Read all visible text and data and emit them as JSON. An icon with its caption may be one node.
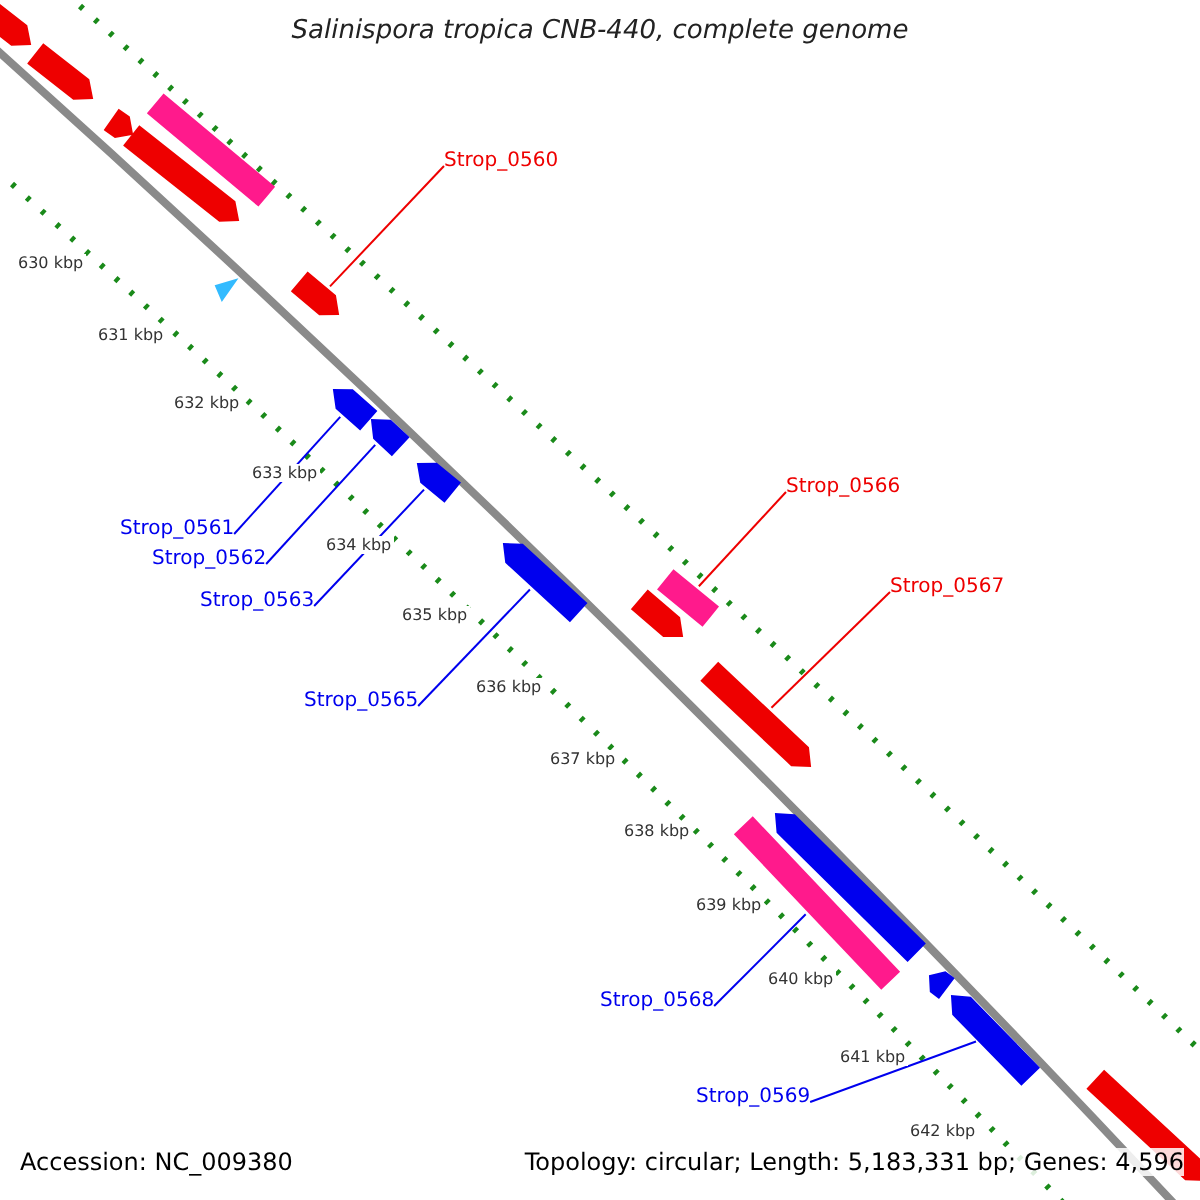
{
  "diagram": {
    "title": "Salinispora tropica CNB-440, complete genome",
    "nodes": [
      {
        "text": [
          "Strop_0560"
        ]
      },
      {
        "text": [
          "Strop_0566"
        ]
      },
      {
        "text": [
          "Strop_0567"
        ]
      },
      {
        "text": [
          "Strop_0561"
        ]
      },
      {
        "text": [
          "Strop_0562"
        ]
      },
      {
        "text": [
          "Strop_0563"
        ]
      },
      {
        "text": [
          "Strop_0565"
        ]
      },
      {
        "text": [
          "Strop_0568"
        ]
      },
      {
        "text": [
          "Strop_0569"
        ]
      },
      {
        "text": [],
        "shape": "arrow"
      },
      {
        "text": [],
        "shape": "arrow"
      },
      {
        "text": [],
        "shape": "bar"
      },
      {
        "text": [],
        "shape": "arrow"
      },
      {
        "text": [],
        "shape": "arrow"
      },
      {
        "text": [],
        "shape": "triangle"
      },
      {
        "text": [],
        "shape": "arrow"
      },
      {
        "text": [],
        "shape": "arrow"
      },
      {
        "text": [],
        "shape": "arrow"
      },
      {
        "text": [],
        "shape": "arrow"
      },
      {
        "text": [],
        "shape": "arrow"
      },
      {
        "text": [],
        "shape": "bar"
      },
      {
        "text": [],
        "shape": "arrow"
      },
      {
        "text": [],
        "shape": "arrow"
      },
      {
        "text": [],
        "shape": "bar"
      },
      {
        "text": [],
        "shape": "arrow"
      },
      {
        "text": [],
        "shape": "arrow"
      },
      {
        "text": [],
        "shape": "arrow"
      },
      {
        "text": [],
        "shape": "arrow"
      }
    ],
    "edges": [
      {
        "from": 0,
        "to": 15,
        "arrow": "none",
        "color": "#ee0000"
      },
      {
        "from": 1,
        "to": 20,
        "arrow": "none",
        "color": "#ee0000"
      },
      {
        "from": 2,
        "to": 22,
        "arrow": "none",
        "color": "#ee0000"
      },
      {
        "from": 3,
        "to": 16,
        "arrow": "none"
      },
      {
        "from": 4,
        "to": 17,
        "arrow": "none"
      },
      {
        "from": 5,
        "to": 18,
        "arrow": "none"
      },
      {
        "from": 6,
        "to": 19,
        "arrow": "none"
      },
      {
        "from": 7,
        "to": 23,
        "arrow": "none"
      },
      {
        "from": 8,
        "to": 26,
        "arrow": "none"
      }
    ],
    "labels": [
      "630 kbp",
      "631 kbp",
      "632 kbp",
      "633 kbp",
      "634 kbp",
      "635 kbp",
      "636 kbp",
      "637 kbp",
      "638 kbp",
      "639 kbp",
      "640 kbp",
      "641 kbp",
      "642 kbp",
      "Accession: NC_009380",
      "Topology: circular; Length: 5,183,331 bp; Genes: 4,596"
    ]
  }
}
